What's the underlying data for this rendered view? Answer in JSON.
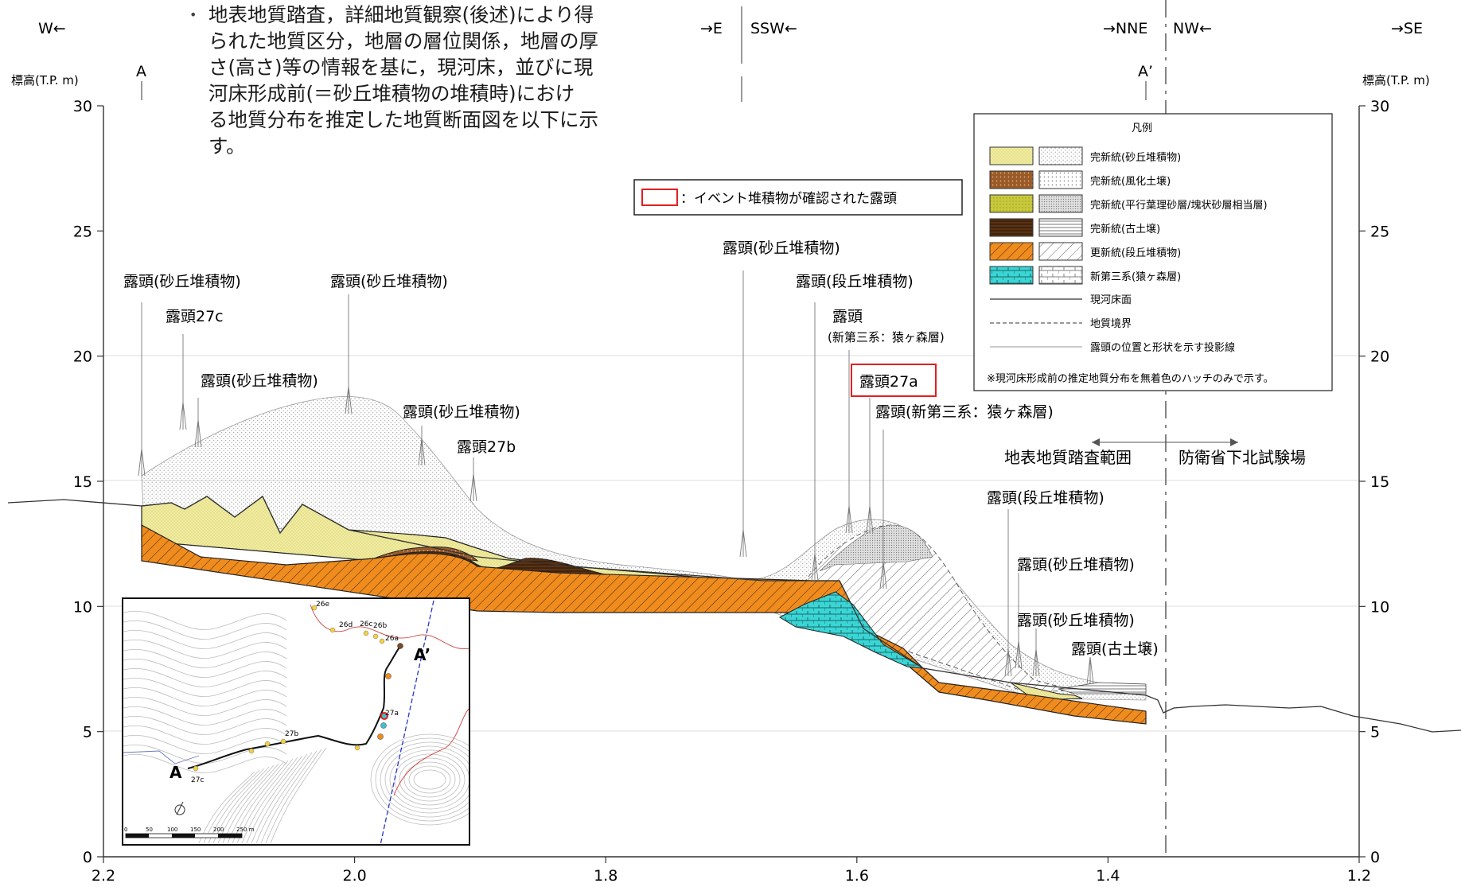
{
  "directions": {
    "w_left": "W←",
    "e_right": "→E",
    "ssw_left": "SSW←",
    "nne_right": "→NNE",
    "nw_left": "NW←",
    "se_right": "→SE"
  },
  "section_marks": {
    "a": "A",
    "a_prime": "A’"
  },
  "axis": {
    "ylabel": "標高(T.P. m)",
    "y_ticks": [
      "0",
      "5",
      "10",
      "15",
      "20",
      "25",
      "30"
    ],
    "x_ticks": [
      "2.2",
      "2.0",
      "1.8",
      "1.6",
      "1.4",
      "1.2"
    ]
  },
  "note": {
    "bullet": "•",
    "lines": [
      "地表地質踏査，詳細地質観察(後述)により得",
      "られた地質区分，地層の層位関係，地層の厚",
      "さ(高さ)等の情報を基に，現河床，並びに現",
      "河床形成前(＝砂丘堆積物の堆積時)におけ",
      "る地質分布を推定した地質断面図を以下に示",
      "す。"
    ]
  },
  "event_box": {
    "label": "：イベント堆積物が確認された露頭",
    "color": "#e02020"
  },
  "legend": {
    "title": "凡例",
    "items": [
      "完新統(砂丘堆積物)",
      "完新統(風化土壌)",
      "完新統(平行葉理砂層/塊状砂層相当層)",
      "完新統(古土壌)",
      "更新統(段丘堆積物)",
      "新第三系(猿ヶ森層)",
      "現河床面",
      "地質境界",
      "露頭の位置と形状を示す投影線"
    ],
    "note": "※現河床形成前の推定地質分布を無着色のハッチのみで示す。"
  },
  "outcrops": {
    "dune_1": "露頭(砂丘堆積物)",
    "o27c": "露頭27c",
    "dune_2": "露頭(砂丘堆積物)",
    "dune_3": "露頭(砂丘堆積物)",
    "dune_4": "露頭(砂丘堆積物)",
    "o27b": "露頭27b",
    "dune_5": "露頭(砂丘堆積物)",
    "terrace_1": "露頭(段丘堆積物)",
    "neogene_1a": "露頭",
    "neogene_1b": "(新第三系：猿ヶ森層)",
    "o27a": "露頭27a",
    "neogene_2": "露頭(新第三系：猿ヶ森層)",
    "terrace_2": "露頭(段丘堆積物)",
    "dune_6": "露頭(砂丘堆積物)",
    "dune_7": "露頭(砂丘堆積物)",
    "paleosol": "露頭(古土壌)"
  },
  "ranges": {
    "survey": "地表地質踏査範囲",
    "mod": "防衛省下北試験場"
  },
  "inset": {
    "points": [
      "26e",
      "26d",
      "26c",
      "26b",
      "26a",
      "27a",
      "27b",
      "27c"
    ],
    "mark_a": "A",
    "mark_a_prime": "A’",
    "scale_labels": [
      "0",
      "50",
      "100",
      "150",
      "200",
      "250 m"
    ]
  },
  "colors": {
    "dune": "#f1ec9c",
    "weathered_soil": "#9a5a28",
    "parallel_sand": "#c8c83c",
    "paleosol": "#5a3214",
    "terrace": "#f08c1e",
    "neogene": "#3ad6d6",
    "event_frame": "#e02020"
  }
}
